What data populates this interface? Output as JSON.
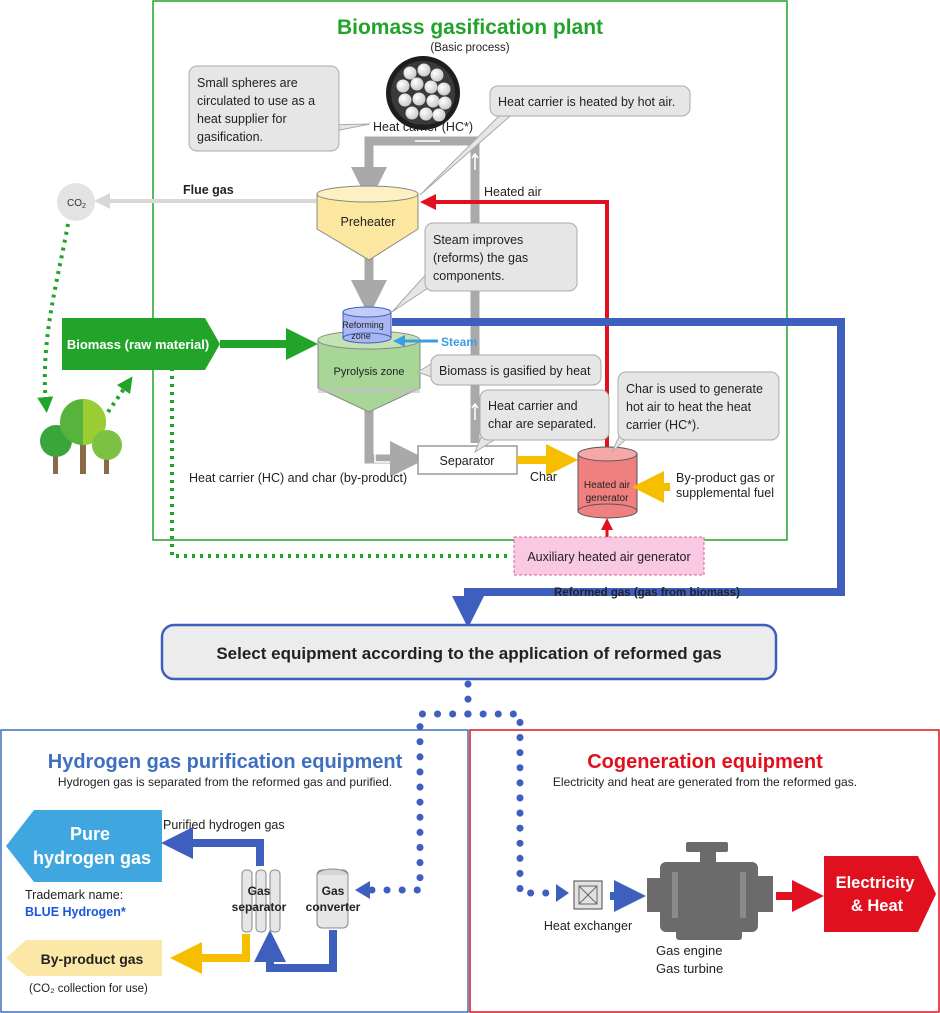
{
  "plant": {
    "title": "Biomass gasification plant",
    "subtitle": "(Basic process)",
    "green_color": "#22a329"
  },
  "callouts": {
    "spheres": [
      "Small spheres are",
      "circulated to use as a",
      "heat supplier for",
      "gasification."
    ],
    "hc_heated": "Heat carrier is heated by hot air.",
    "steam": [
      "Steam improves",
      "(reforms) the gas",
      "components."
    ],
    "biomass_gasified": "Biomass is gasified by heat",
    "separated": [
      "Heat carrier and",
      "char are separated."
    ],
    "char_used": [
      "Char is used to generate",
      "hot air to heat the heat",
      "carrier (HC*)."
    ]
  },
  "labels": {
    "heat_carrier": "Heat carrier (HC*)",
    "co2": "CO",
    "co2_sub": "2",
    "flue_gas": "Flue gas",
    "heated_air": "Heated air",
    "preheater": "Preheater",
    "reforming_zone_1": "Reforming",
    "reforming_zone_2": "zone",
    "steam": "Steam",
    "pyrolysis_zone": "Pyrolysis zone",
    "biomass": "Biomass (raw material)",
    "separator": "Separator",
    "hc_and_char": "Heat carrier (HC) and char (by-product)",
    "char": "Char",
    "heated_air_generator_1": "Heated air",
    "heated_air_generator_2": "generator",
    "byproduct_fuel_1": "By-product gas or",
    "byproduct_fuel_2": "supplemental fuel",
    "auxiliary": "Auxiliary heated air generator",
    "reformed_gas": "Reformed gas (gas from biomass)",
    "select_equipment": "Select equipment according to the application of reformed gas"
  },
  "hydrogen": {
    "title": "Hydrogen gas purification equipment",
    "subtitle": "Hydrogen gas is separated from the reformed gas and purified.",
    "purified": "Purified hydrogen gas",
    "pure_1": "Pure",
    "pure_2": "hydrogen gas",
    "trademark_name": "Trademark name:",
    "trademark": "BLUE Hydrogen*",
    "gas_separator_1": "Gas",
    "gas_separator_2": "separator",
    "gas_converter_1": "Gas",
    "gas_converter_2": "converter",
    "byproduct_gas": "By-product gas",
    "co2_collection": "(CO₂ collection for use)",
    "blue_color": "#3f6fbf"
  },
  "cogen": {
    "title": "Cogeneration equipment",
    "subtitle": "Electricity and heat are generated from the reformed gas.",
    "heat_exchanger": "Heat exchanger",
    "gas_engine": "Gas engine",
    "gas_turbine": "Gas turbine",
    "output_1": "Electricity",
    "output_2": "& Heat",
    "red_color": "#e0101e"
  }
}
